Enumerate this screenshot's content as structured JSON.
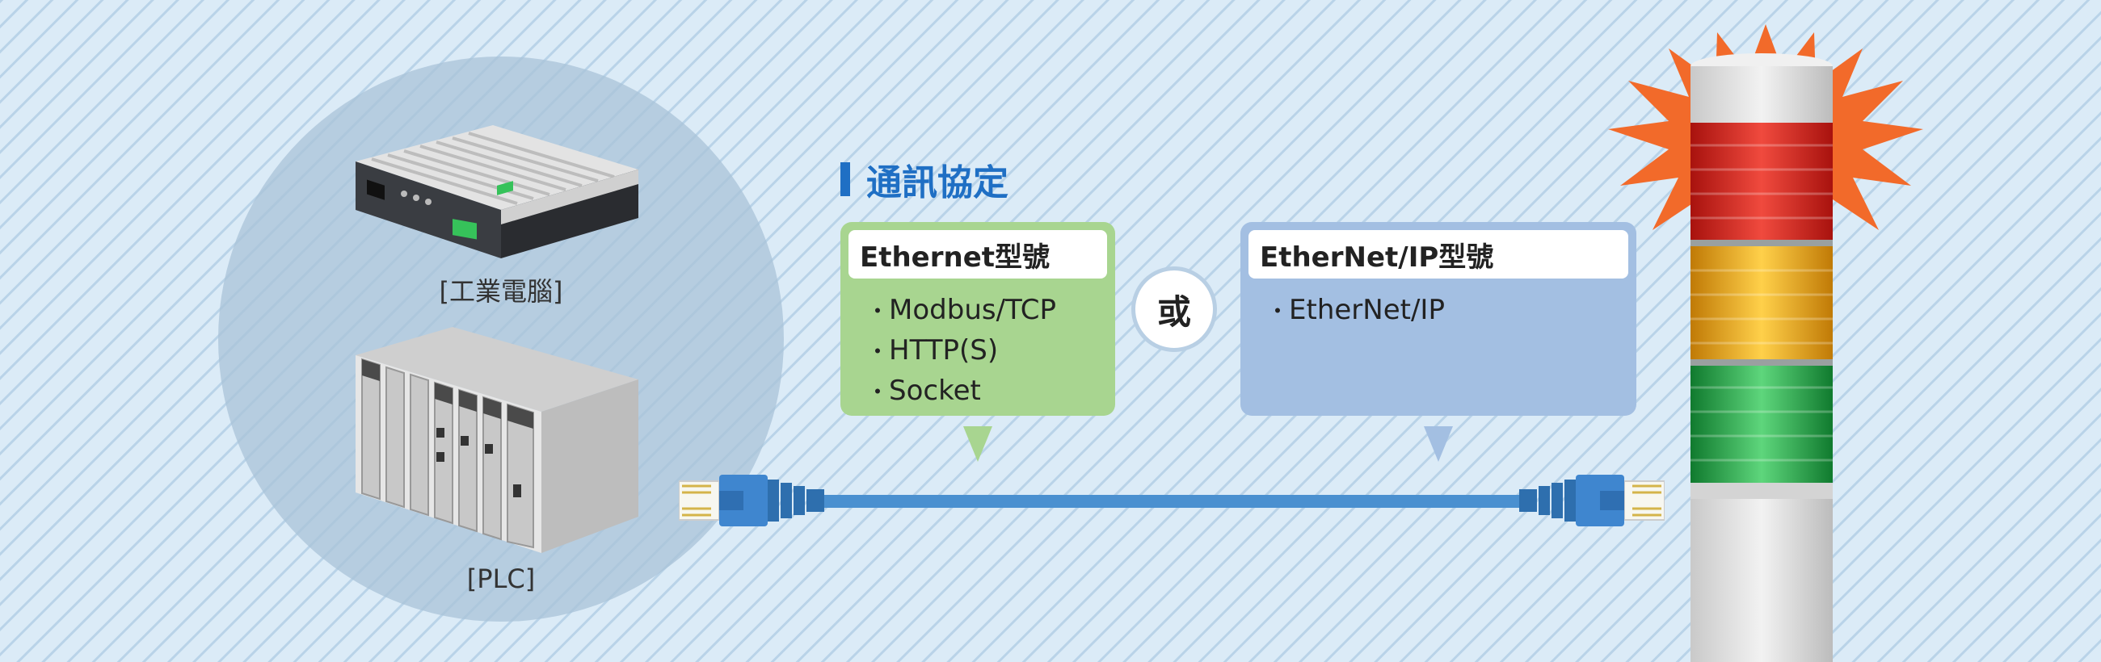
{
  "title": "通訊協定",
  "devices": {
    "ipc_label": "[工業電腦]",
    "plc_label": "[PLC]"
  },
  "cards": {
    "ethernet": {
      "heading": "Ethernet型號",
      "items": [
        "Modbus/TCP",
        "HTTP(S)",
        "Socket"
      ]
    },
    "ethernet_ip": {
      "heading": "EtherNet/IP型號",
      "items": [
        "EtherNet/IP"
      ]
    }
  },
  "or_text": "或",
  "colors": {
    "background": "#daeaf6",
    "title_blue": "#1f6fc4",
    "green_card": "#a8d590",
    "blue_card": "#a3bfe2",
    "cable": "#4a90d0",
    "burst": "#f26a2a",
    "lamp_red": "#d8261c",
    "lamp_amber": "#f0a818",
    "lamp_green": "#2ea84e"
  },
  "icons": {
    "industrial_pc": "industrial-pc-icon",
    "plc": "plc-icon",
    "cable": "ethernet-cable",
    "signal_tower": "signal-tower-light",
    "alert": "alert-burst"
  }
}
